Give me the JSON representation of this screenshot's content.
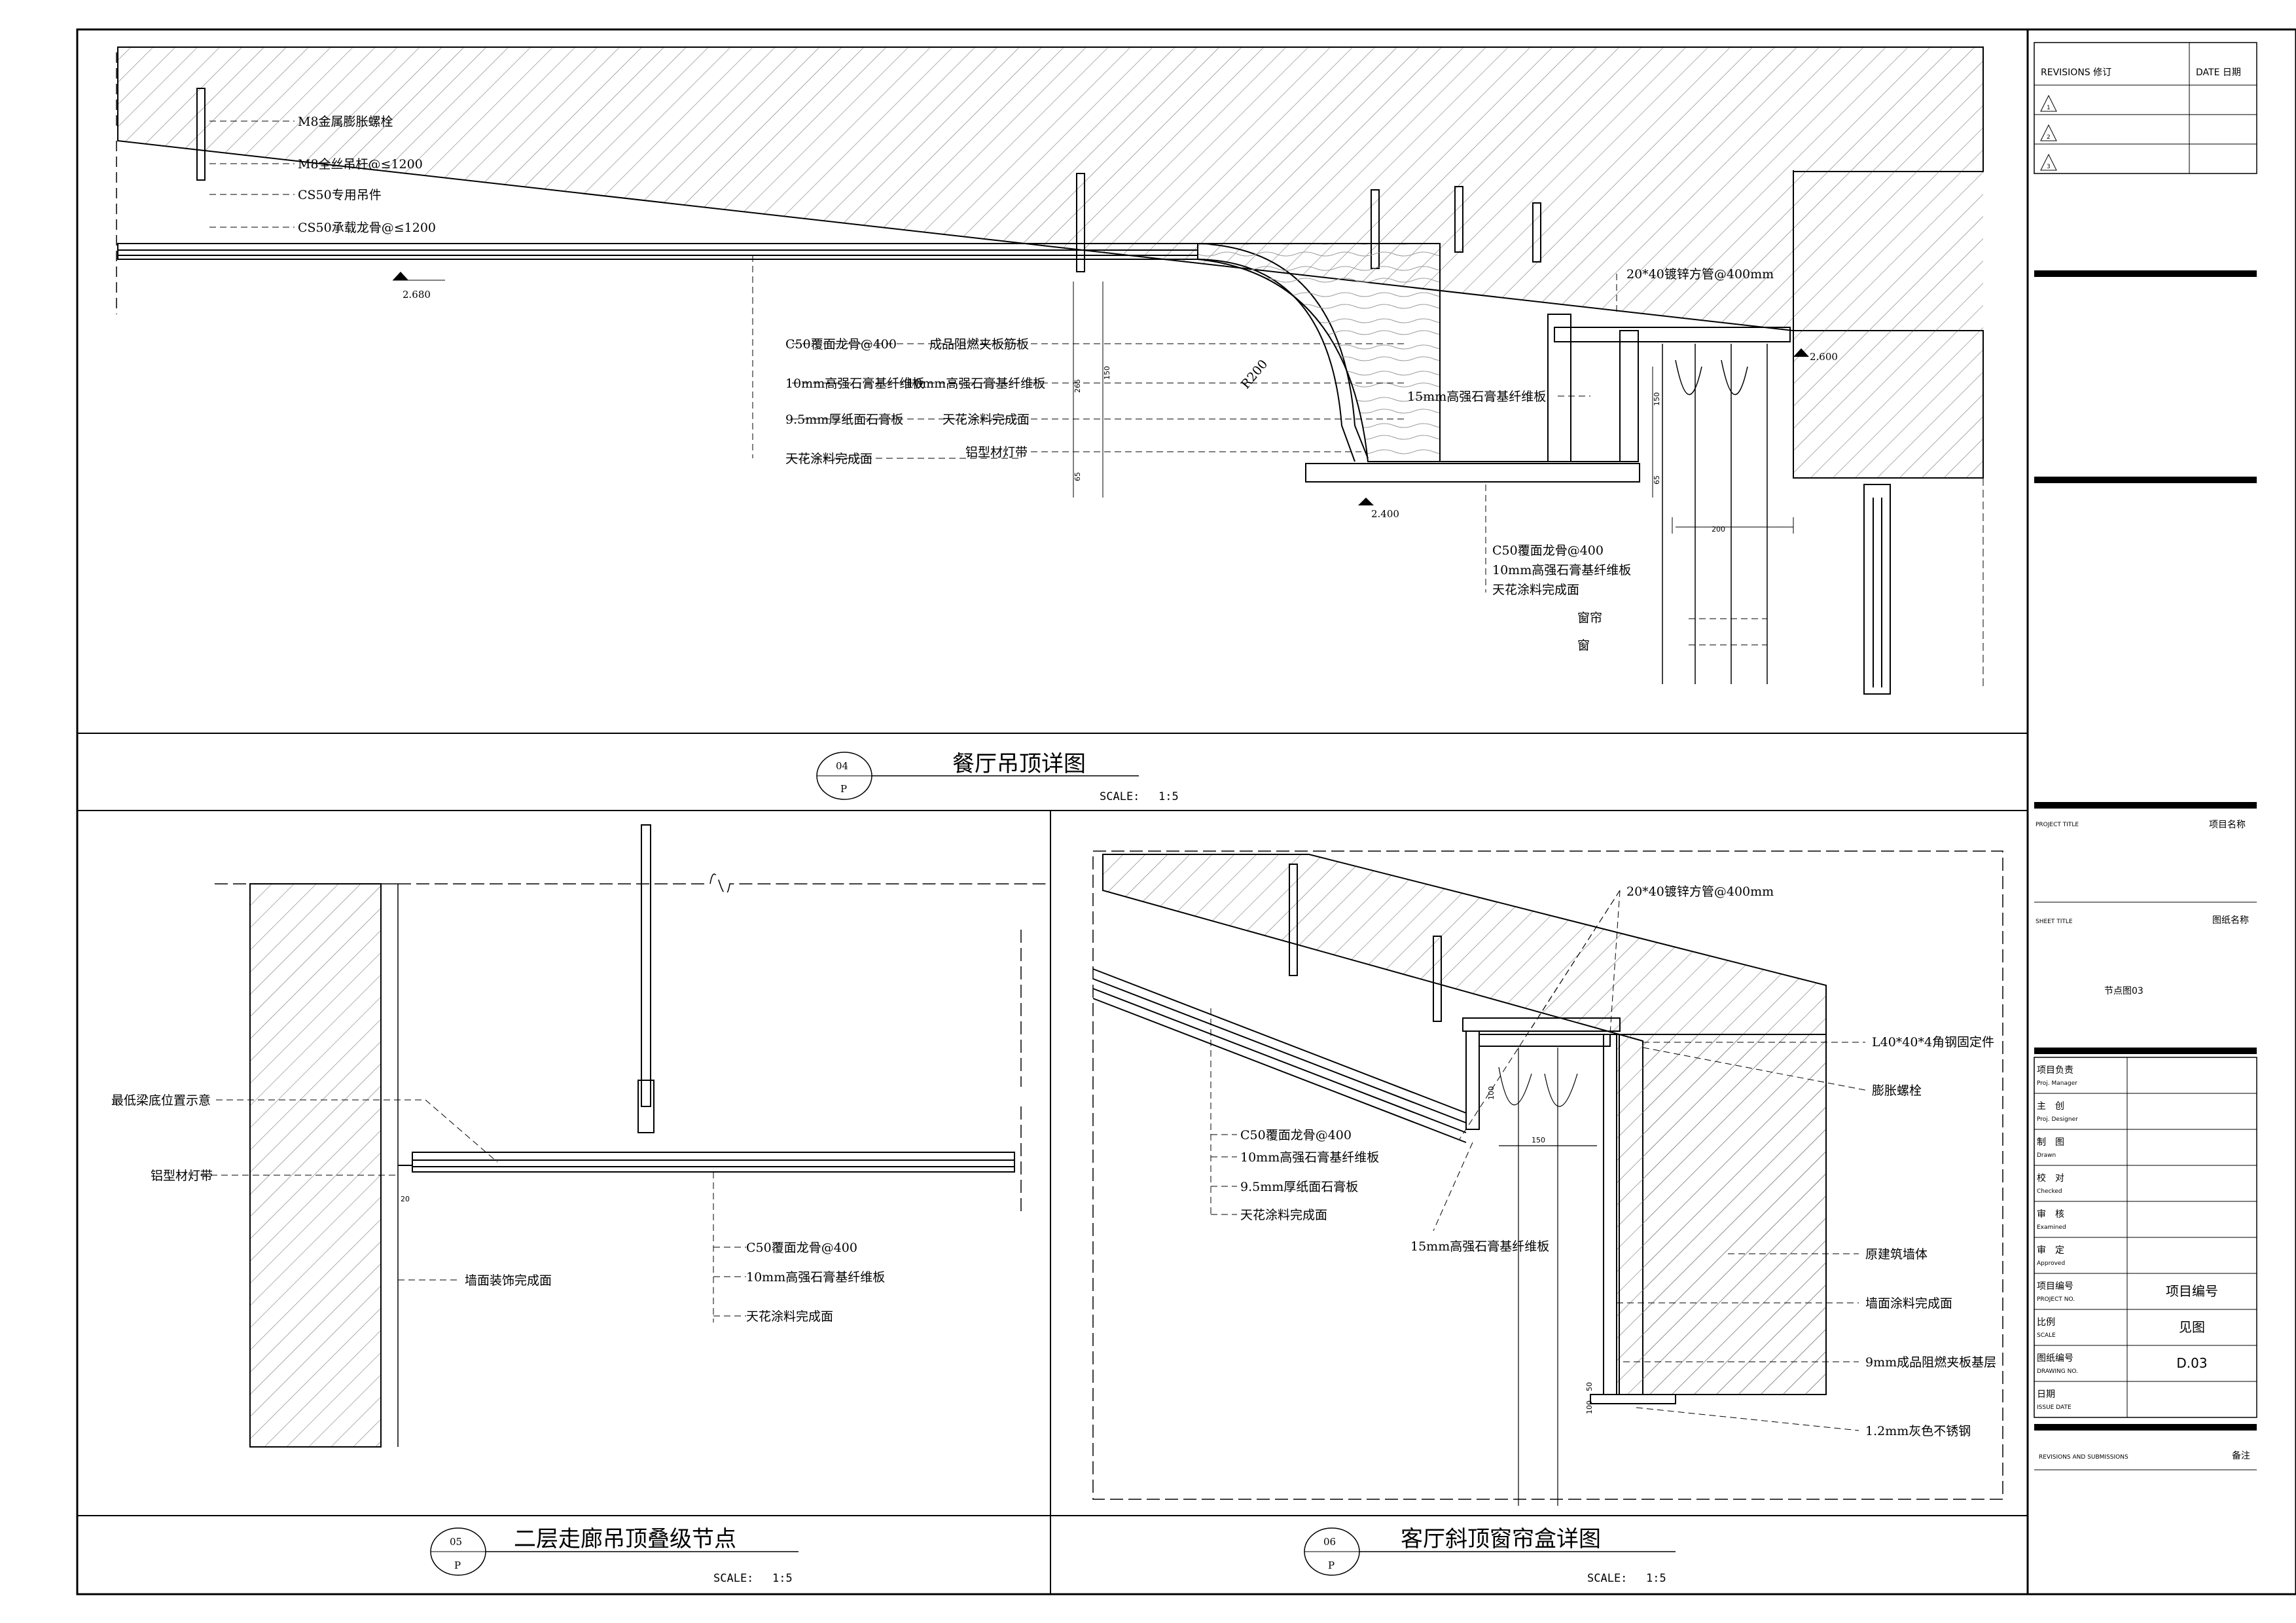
{
  "details": {
    "d04": {
      "number": "04",
      "sheet": "P",
      "title": "餐厅吊顶详图",
      "scale_label": "SCALE:",
      "scale": "1:5",
      "labels": {
        "anchor_bolt": "M8金属膨胀螺栓",
        "hanger_rod": "M8全丝吊杆@≤1200",
        "cs50_hanger": "CS50专用吊件",
        "cs50_main": "CS50承载龙骨@≤1200",
        "c50_keel": "C50覆面龙骨@400",
        "board10": "10mm高强石膏基纤维板",
        "board95": "9.5mm厚纸面石膏板",
        "paint": "天花涂料完成面",
        "plywood": "成品阻燃夹板筋板",
        "board10b": "10mm高强石膏基纤维板",
        "paint_b": "天花涂料完成面",
        "led_strip": "铝型材灯带",
        "steel_tube": "20*40镀锌方管@400mm",
        "board15": "15mm高强石膏基纤维板",
        "c50_keel_b": "C50覆面龙骨@400",
        "board10c": "10mm高强石膏基纤维板",
        "paint_c": "天花涂料完成面",
        "curtain": "窗帘",
        "window": "窗"
      },
      "elevations": {
        "left": "2.680",
        "right": "2.600",
        "bottom": "2.400"
      },
      "radius": "R200",
      "dims": {
        "d1": "200",
        "d2": "150",
        "d3": "65",
        "d4": "65",
        "d5": "150",
        "d6": "265"
      }
    },
    "d05": {
      "number": "05",
      "sheet": "P",
      "title": "二层走廊吊顶叠级节点",
      "scale_label": "SCALE:",
      "scale": "1:5",
      "labels": {
        "beam_bottom": "最低梁底位置示意",
        "led_strip": "铝型材灯带",
        "c50_keel": "C50覆面龙骨@400",
        "board10": "10mm高强石膏基纤维板",
        "paint": "天花涂料完成面",
        "wall_finish": "墙面装饰完成面"
      },
      "dims": {
        "gap": "20"
      }
    },
    "d06": {
      "number": "06",
      "sheet": "P",
      "title": "客厅斜顶窗帘盒详图",
      "scale_label": "SCALE:",
      "scale": "1:5",
      "labels": {
        "steel_tube": "20*40镀锌方管@400mm",
        "angle_steel": "L40*40*4角钢固定件",
        "exp_bolt": "膨胀螺栓",
        "c50_keel": "C50覆面龙骨@400",
        "board10": "10mm高强石膏基纤维板",
        "board95": "9.5mm厚纸面石膏板",
        "paint": "天花涂料完成面",
        "board15": "15mm高强石膏基纤维板",
        "orig_wall": "原建筑墙体",
        "wall_paint": "墙面涂料完成面",
        "plywood9": "9mm成品阻燃夹板基层",
        "steel12": "1.2mm灰色不锈钢"
      },
      "dims": {
        "d1": "150",
        "d2": "100",
        "d3": "50",
        "d4": "100"
      }
    }
  },
  "title_block": {
    "revisions_header": "REVISIONS 修订",
    "date_header": "DATE 日期",
    "revisions": [
      "1",
      "2",
      "3"
    ],
    "project_title_en": "PROJECT TITLE",
    "project_title_cn": "项目名称",
    "sheet_title_en": "SHEET TITLE",
    "sheet_title_cn": "图纸名称",
    "sheet_name": "节点图03",
    "rows": [
      {
        "cn": "项目负责",
        "en": "Proj. Manager",
        "value": ""
      },
      {
        "cn": "主　创",
        "en": "Proj. Designer",
        "value": ""
      },
      {
        "cn": "制　图",
        "en": "Drawn",
        "value": ""
      },
      {
        "cn": "校　对",
        "en": "Checked",
        "value": ""
      },
      {
        "cn": "审　核",
        "en": "Examined",
        "value": ""
      },
      {
        "cn": "审　定",
        "en": "Approved",
        "value": ""
      },
      {
        "cn": "项目编号",
        "en": "PROJECT NO.",
        "value": "项目编号"
      },
      {
        "cn": "比例",
        "en": "SCALE",
        "value": "见图"
      },
      {
        "cn": "图纸编号",
        "en": "DRAWING NO.",
        "value": "D.03"
      },
      {
        "cn": "日期",
        "en": "ISSUE DATE",
        "value": ""
      }
    ],
    "submissions_en": "REVISIONS AND SUBMISSIONS",
    "submissions_cn": "备注"
  }
}
